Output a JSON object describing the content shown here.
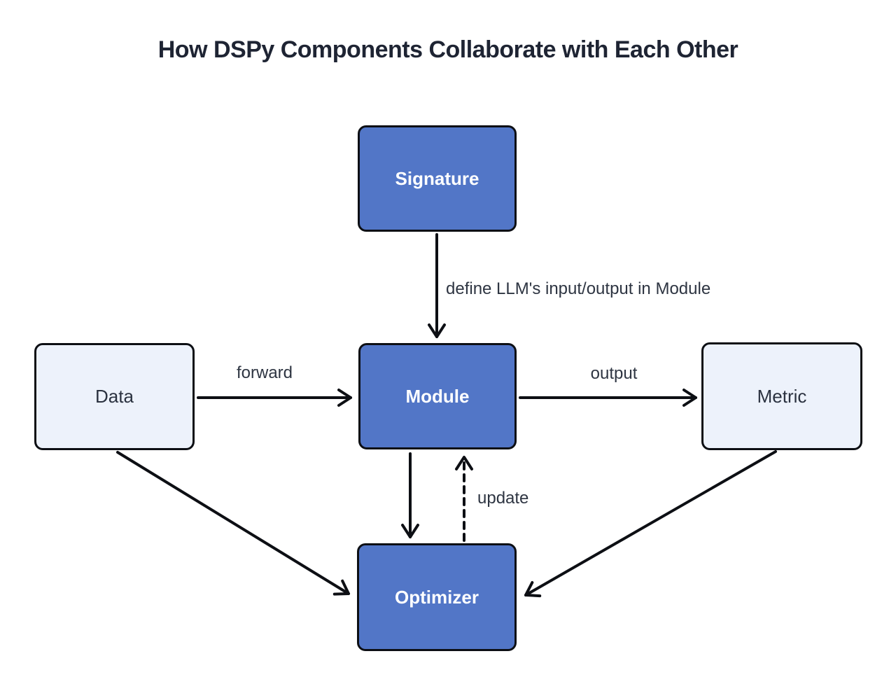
{
  "title": "How DSPy Components Collaborate with Each Other",
  "colors": {
    "primary_node_fill": "#5276c7",
    "light_node_fill": "#edf2fb",
    "node_border": "#0d0f14",
    "title_text": "#1e2433",
    "node_text_on_primary": "#ffffff",
    "node_text_on_light": "#2b3240",
    "edge_label_text": "#2e3542",
    "arrow_stroke": "#0d0f14"
  },
  "nodes": [
    {
      "id": "signature",
      "label": "Signature",
      "variant": "primary"
    },
    {
      "id": "data",
      "label": "Data",
      "variant": "light"
    },
    {
      "id": "module",
      "label": "Module",
      "variant": "primary"
    },
    {
      "id": "metric",
      "label": "Metric",
      "variant": "light"
    },
    {
      "id": "optimizer",
      "label": "Optimizer",
      "variant": "primary"
    }
  ],
  "edges": [
    {
      "from": "signature",
      "to": "module",
      "label": "define LLM's input/output in Module",
      "style": "solid"
    },
    {
      "from": "data",
      "to": "module",
      "label": "forward",
      "style": "solid"
    },
    {
      "from": "module",
      "to": "metric",
      "label": "output",
      "style": "solid"
    },
    {
      "from": "module",
      "to": "optimizer",
      "label": "",
      "style": "solid"
    },
    {
      "from": "optimizer",
      "to": "module",
      "label": "update",
      "style": "dashed"
    },
    {
      "from": "data",
      "to": "optimizer",
      "label": "",
      "style": "solid"
    },
    {
      "from": "metric",
      "to": "optimizer",
      "label": "",
      "style": "solid"
    }
  ]
}
